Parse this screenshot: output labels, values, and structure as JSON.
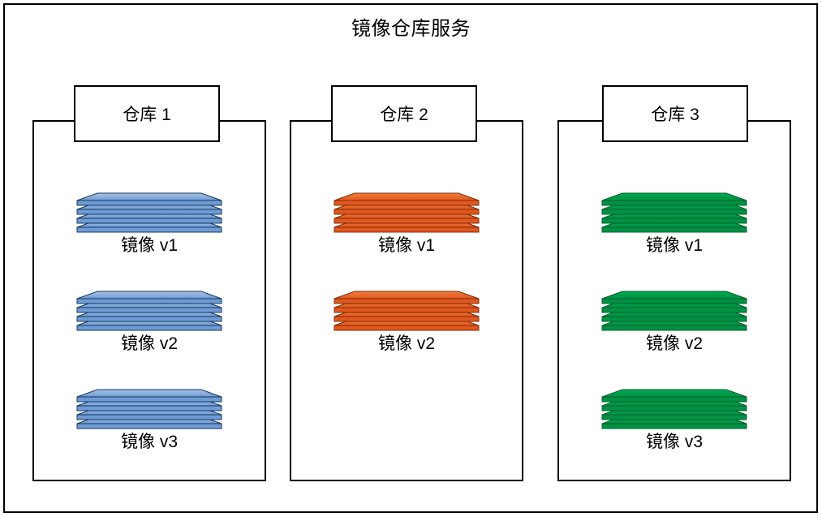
{
  "diagram": {
    "title": "镜像仓库服务",
    "type": "container-diagram",
    "colors": {
      "outline": "#000000",
      "background": "#ffffff",
      "blue_fill_light": "#A8C4E5",
      "blue_fill_dark": "#6E9BD4",
      "blue_edge": "#17375E",
      "orange_fill_light": "#F07E3C",
      "orange_fill_dark": "#E2571E",
      "orange_edge": "#7B2E0B",
      "green_fill_light": "#00A94F",
      "green_fill_dark": "#009144",
      "green_edge": "#00612C"
    }
  },
  "repositories": [
    {
      "label": "仓库 1",
      "accent": "blue",
      "images": [
        {
          "caption": "镜像 v1",
          "layers": 4
        },
        {
          "caption": "镜像 v2",
          "layers": 4
        },
        {
          "caption": "镜像 v3",
          "layers": 4
        }
      ]
    },
    {
      "label": "仓库 2",
      "accent": "orange",
      "images": [
        {
          "caption": "镜像 v1",
          "layers": 4
        },
        {
          "caption": "镜像 v2",
          "layers": 4
        }
      ]
    },
    {
      "label": "仓库 3",
      "accent": "green",
      "images": [
        {
          "caption": "镜像 v1",
          "layers": 4
        },
        {
          "caption": "镜像 v2",
          "layers": 4
        },
        {
          "caption": "镜像 v3",
          "layers": 4
        }
      ]
    }
  ]
}
